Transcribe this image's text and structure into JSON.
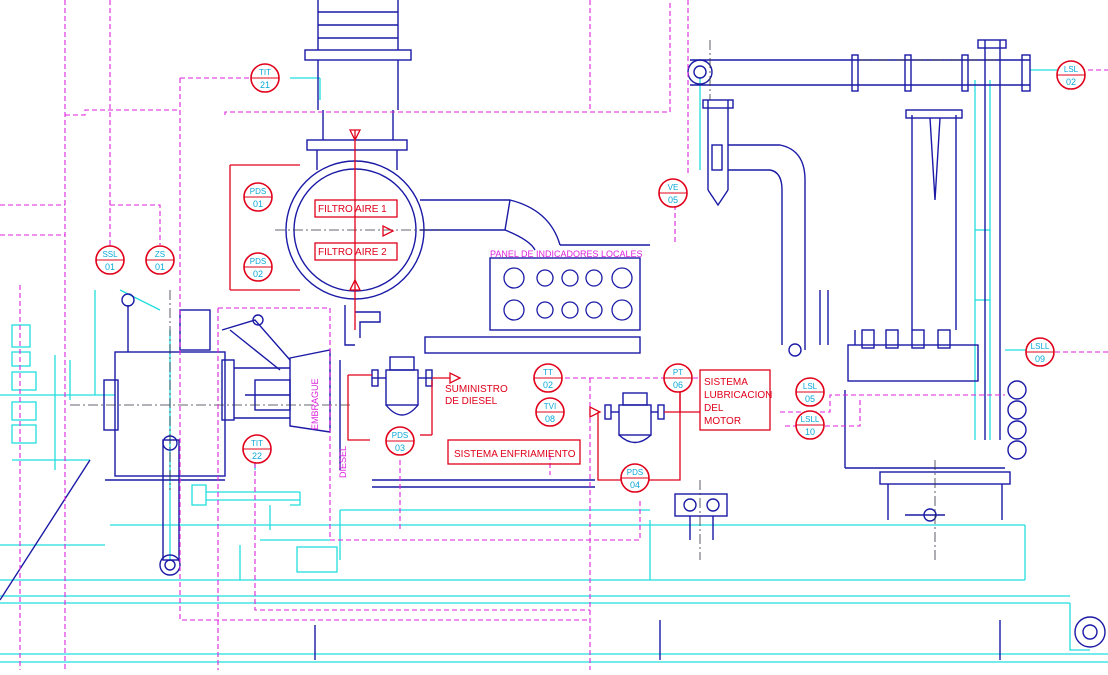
{
  "colors": {
    "background": "#ffffff",
    "equipment": "#1a1aa6",
    "instrument": "#e0001a",
    "signal": "#dd22dd",
    "process": "#22dddd",
    "tag_text": "#0aa8d8"
  },
  "instruments": [
    {
      "tag": "TIT",
      "num": "21"
    },
    {
      "tag": "PDS",
      "num": "01"
    },
    {
      "tag": "PDS",
      "num": "02"
    },
    {
      "tag": "SSL",
      "num": "01"
    },
    {
      "tag": "ZS",
      "num": "01"
    },
    {
      "tag": "TIT",
      "num": "22"
    },
    {
      "tag": "PDS",
      "num": "03"
    },
    {
      "tag": "TT",
      "num": "02"
    },
    {
      "tag": "TVI",
      "num": "08"
    },
    {
      "tag": "PT",
      "num": "06"
    },
    {
      "tag": "PDS",
      "num": "04"
    },
    {
      "tag": "VE",
      "num": "05"
    },
    {
      "tag": "LSL",
      "num": "02"
    },
    {
      "tag": "LSLL",
      "num": "09"
    },
    {
      "tag": "LSL",
      "num": "05"
    },
    {
      "tag": "LSLL",
      "num": "10"
    }
  ],
  "labels": {
    "filtro_aire_1": "FILTRO AIRE 1",
    "filtro_aire_2": "FILTRO AIRE 2",
    "panel": "PANEL DE INDICADORES LOCALES",
    "suministro_1": "SUMINISTRO",
    "suministro_2": "DE DIESEL",
    "sistema_enfriamiento": "SISTEMA ENFRIAMIENTO",
    "lubricacion_1": "SISTEMA",
    "lubricacion_2": "LUBRICACION",
    "lubricacion_3": "DEL",
    "lubricacion_4": "MOTOR",
    "embrague": "EMBRAGUE",
    "diesel": "DIESEL"
  }
}
